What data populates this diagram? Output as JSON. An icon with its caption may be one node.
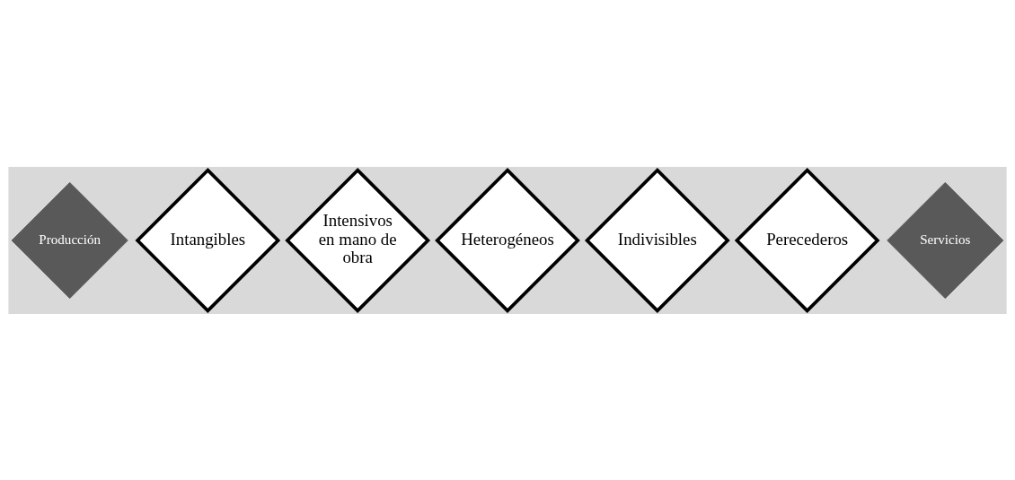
{
  "diagram": {
    "nodes": [
      {
        "text": [
          "Producción"
        ]
      },
      {
        "text": [
          "Intangibles"
        ]
      },
      {
        "text": [
          "Intensivos en mano de obra"
        ]
      },
      {
        "text": [
          "Heterogéneos"
        ]
      },
      {
        "text": [
          "Indivisibles"
        ]
      },
      {
        "text": [
          "Perecederos"
        ]
      },
      {
        "text": [
          "Servicios"
        ]
      }
    ]
  }
}
